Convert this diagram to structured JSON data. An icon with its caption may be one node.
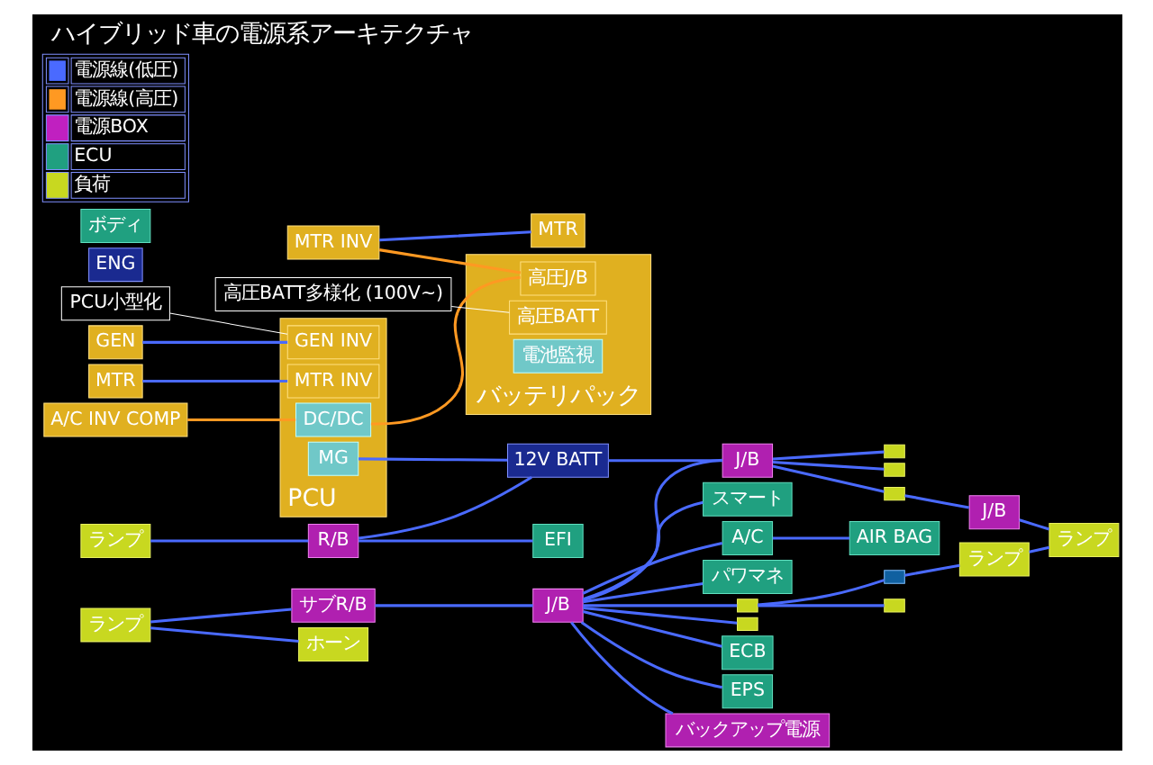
{
  "diagram": {
    "title": "ハイブリッド車の電源系アーキテクチャ",
    "nodes": [
      {
        "text": [
          "PCU小型化"
        ]
      },
      {
        "text": [
          "ランプ"
        ]
      },
      {
        "text": [
          "ホーン"
        ]
      },
      {
        "text": [
          "ランプ"
        ]
      },
      {
        "text": [
          "サブR/B"
        ]
      },
      {
        "text": [
          "ENG"
        ]
      },
      {
        "text": [
          "GEN"
        ]
      },
      {
        "text": [
          "MTR"
        ]
      },
      {
        "text": [
          "A/C INV COMP"
        ]
      },
      {
        "text": [
          "PCU"
        ]
      },
      {
        "text": [
          "GEN INV"
        ],
        "in": 9
      },
      {
        "text": [
          "MTR INV"
        ],
        "in": 9
      },
      {
        "text": [
          "DC/DC"
        ],
        "in": 9
      },
      {
        "text": [
          "MG"
        ],
        "in": 9
      },
      {
        "text": [
          "EFI"
        ]
      },
      {
        "text": [
          "R/B"
        ]
      },
      {
        "text": [
          "12V BATT"
        ]
      },
      {
        "text": [],
        "shape": "box"
      },
      {
        "text": [
          "J/B"
        ]
      },
      {
        "text": [
          "ECB"
        ]
      },
      {
        "text": [
          "EPS"
        ]
      },
      {
        "text": [
          "バックアップ電源"
        ]
      },
      {
        "text": [
          "スマート"
        ]
      },
      {
        "text": [
          "A/C"
        ]
      },
      {
        "text": [
          "パワマネ"
        ]
      },
      {
        "text": [
          "ボディ"
        ]
      },
      {
        "text": [
          "J/B"
        ]
      },
      {
        "text": [],
        "shape": "box"
      },
      {
        "text": [],
        "shape": "box"
      },
      {
        "text": [],
        "shape": "box"
      },
      {
        "text": [
          "AIR BAG"
        ]
      },
      {
        "text": [],
        "shape": "box"
      },
      {
        "text": [
          "MTR INV"
        ]
      },
      {
        "text": [
          "MTR"
        ]
      },
      {
        "text": [
          "バッテリパック"
        ]
      },
      {
        "text": [
          "高圧J/B"
        ],
        "in": 34
      },
      {
        "text": [
          "高圧BATT"
        ],
        "in": 34
      },
      {
        "text": [
          "電池監視"
        ],
        "in": 34
      },
      {
        "text": [],
        "shape": "box"
      },
      {
        "text": [
          "ランプ"
        ]
      },
      {
        "text": [
          "高圧BATT多様化 (100V~)"
        ]
      },
      {
        "text": [
          "J/B"
        ]
      },
      {
        "text": [
          "ランプ"
        ]
      },
      {
        "text": [],
        "shape": "box"
      }
    ],
    "edges": [
      {
        "from": 0,
        "to": 10,
        "arrow": "none",
        "color": "#ffffff"
      },
      {
        "from": 40,
        "to": 36,
        "arrow": "none",
        "color": "#ffffff"
      },
      {
        "from": 1,
        "to": 2,
        "arrow": "none"
      },
      {
        "from": 1,
        "to": 4,
        "arrow": "none"
      },
      {
        "from": 4,
        "to": 18,
        "arrow": "none"
      },
      {
        "from": 18,
        "to": 17,
        "arrow": "none"
      },
      {
        "from": 18,
        "to": 28,
        "arrow": "none"
      },
      {
        "from": 28,
        "to": 29,
        "arrow": "none"
      },
      {
        "from": 28,
        "to": 38,
        "arrow": "none"
      },
      {
        "from": 38,
        "to": 39,
        "arrow": "none"
      },
      {
        "from": 39,
        "to": 42,
        "arrow": "none"
      },
      {
        "from": 18,
        "to": 19,
        "arrow": "none"
      },
      {
        "from": 18,
        "to": 20,
        "arrow": "none"
      },
      {
        "from": 18,
        "to": 21,
        "arrow": "none"
      },
      {
        "from": 18,
        "to": 22,
        "arrow": "none"
      },
      {
        "from": 18,
        "to": 23,
        "arrow": "none"
      },
      {
        "from": 18,
        "to": 24,
        "arrow": "none"
      },
      {
        "from": 23,
        "to": 30,
        "arrow": "none"
      },
      {
        "from": 18,
        "to": 26,
        "arrow": "none"
      },
      {
        "from": 3,
        "to": 15,
        "arrow": "none"
      },
      {
        "from": 15,
        "to": 14,
        "arrow": "none"
      },
      {
        "from": 15,
        "to": 16,
        "arrow": "none"
      },
      {
        "from": 13,
        "to": 16,
        "arrow": "none"
      },
      {
        "from": 16,
        "to": 26,
        "arrow": "none"
      },
      {
        "from": 26,
        "to": 27,
        "arrow": "none"
      },
      {
        "from": 26,
        "to": 31,
        "arrow": "none"
      },
      {
        "from": 26,
        "to": 43,
        "arrow": "none"
      },
      {
        "from": 43,
        "to": 41,
        "arrow": "none"
      },
      {
        "from": 41,
        "to": 42,
        "arrow": "none"
      },
      {
        "from": 6,
        "to": 10,
        "arrow": "none"
      },
      {
        "from": 7,
        "to": 11,
        "arrow": "none"
      },
      {
        "from": 32,
        "to": 33,
        "arrow": "none"
      },
      {
        "from": 8,
        "to": 12,
        "arrow": "none",
        "color": "#ff9922"
      },
      {
        "from": 12,
        "to": 35,
        "arrow": "none",
        "color": "#ff9922"
      },
      {
        "from": 32,
        "to": 35,
        "arrow": "none",
        "color": "#ff9922"
      }
    ],
    "legend": [
      {
        "text": "電源線(低圧)"
      },
      {
        "text": "電源線(高圧)"
      },
      {
        "text": "電源BOX",
        "color": "#c020c0"
      },
      {
        "text": "ECU",
        "color": "#20a080"
      },
      {
        "text": "負荷",
        "color": "#c8d820"
      }
    ]
  }
}
